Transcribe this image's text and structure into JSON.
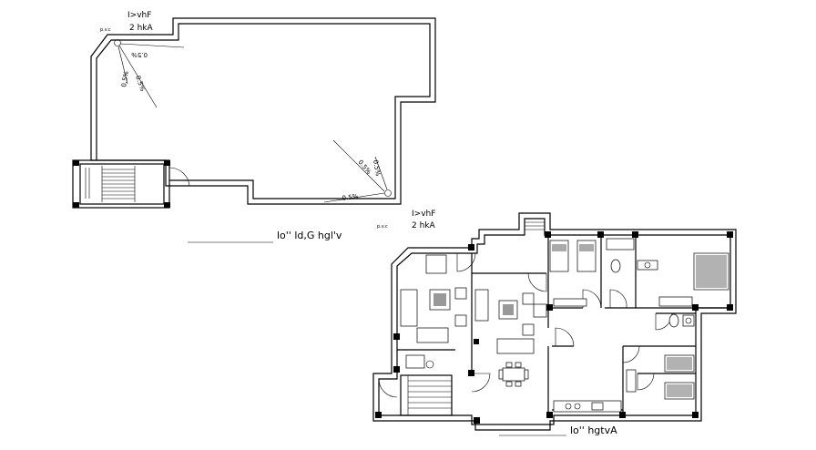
{
  "roof_plan": {
    "drain_label": "I>vhF",
    "drain_sub": "2   hkA",
    "pvc_label": "p.v.c",
    "slopes": [
      "0.5%",
      "0.5%",
      "0.5%",
      "0.5%",
      "0.5%",
      "0.5%"
    ],
    "title": "lo''  ld,G  hgl'v"
  },
  "floor_plan": {
    "drain_label": "I>vhF",
    "drain_sub": "2   hkA",
    "pvc_label": "p.v.c",
    "title": "lo''  hgtvA"
  }
}
